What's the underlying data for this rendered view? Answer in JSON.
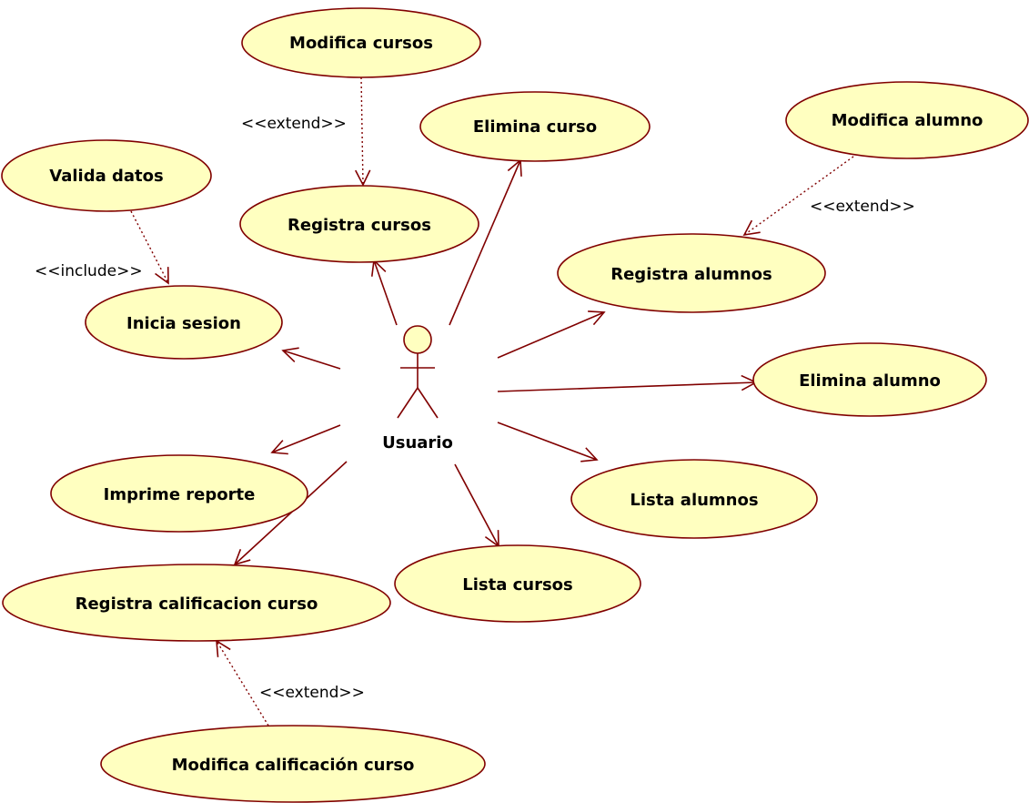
{
  "diagram": {
    "actor": {
      "name": "Usuario"
    },
    "use_cases": {
      "modifica_cursos": "Modifica cursos",
      "elimina_curso": "Elimina curso",
      "modifica_alumno": "Modifica alumno",
      "valida_datos": "Valida datos",
      "registra_cursos": "Registra cursos",
      "registra_alumnos": "Registra alumnos",
      "inicia_sesion": "Inicia sesion",
      "elimina_alumno": "Elimina alumno",
      "imprime_reporte": "Imprime reporte",
      "lista_alumnos": "Lista alumnos",
      "lista_cursos": "Lista cursos",
      "registra_calificacion_curso": "Registra calificacion curso",
      "modifica_calificacion_curso": "Modifica calificación curso"
    },
    "stereotypes": {
      "extend_cursos": "<<extend>>",
      "extend_alumno": "<<extend>>",
      "include_sesion": "<<include>>",
      "extend_calificacion": "<<extend>>"
    },
    "colors": {
      "use_case_fill": "#ffffc0",
      "line": "#800000",
      "text": "#000000"
    }
  }
}
